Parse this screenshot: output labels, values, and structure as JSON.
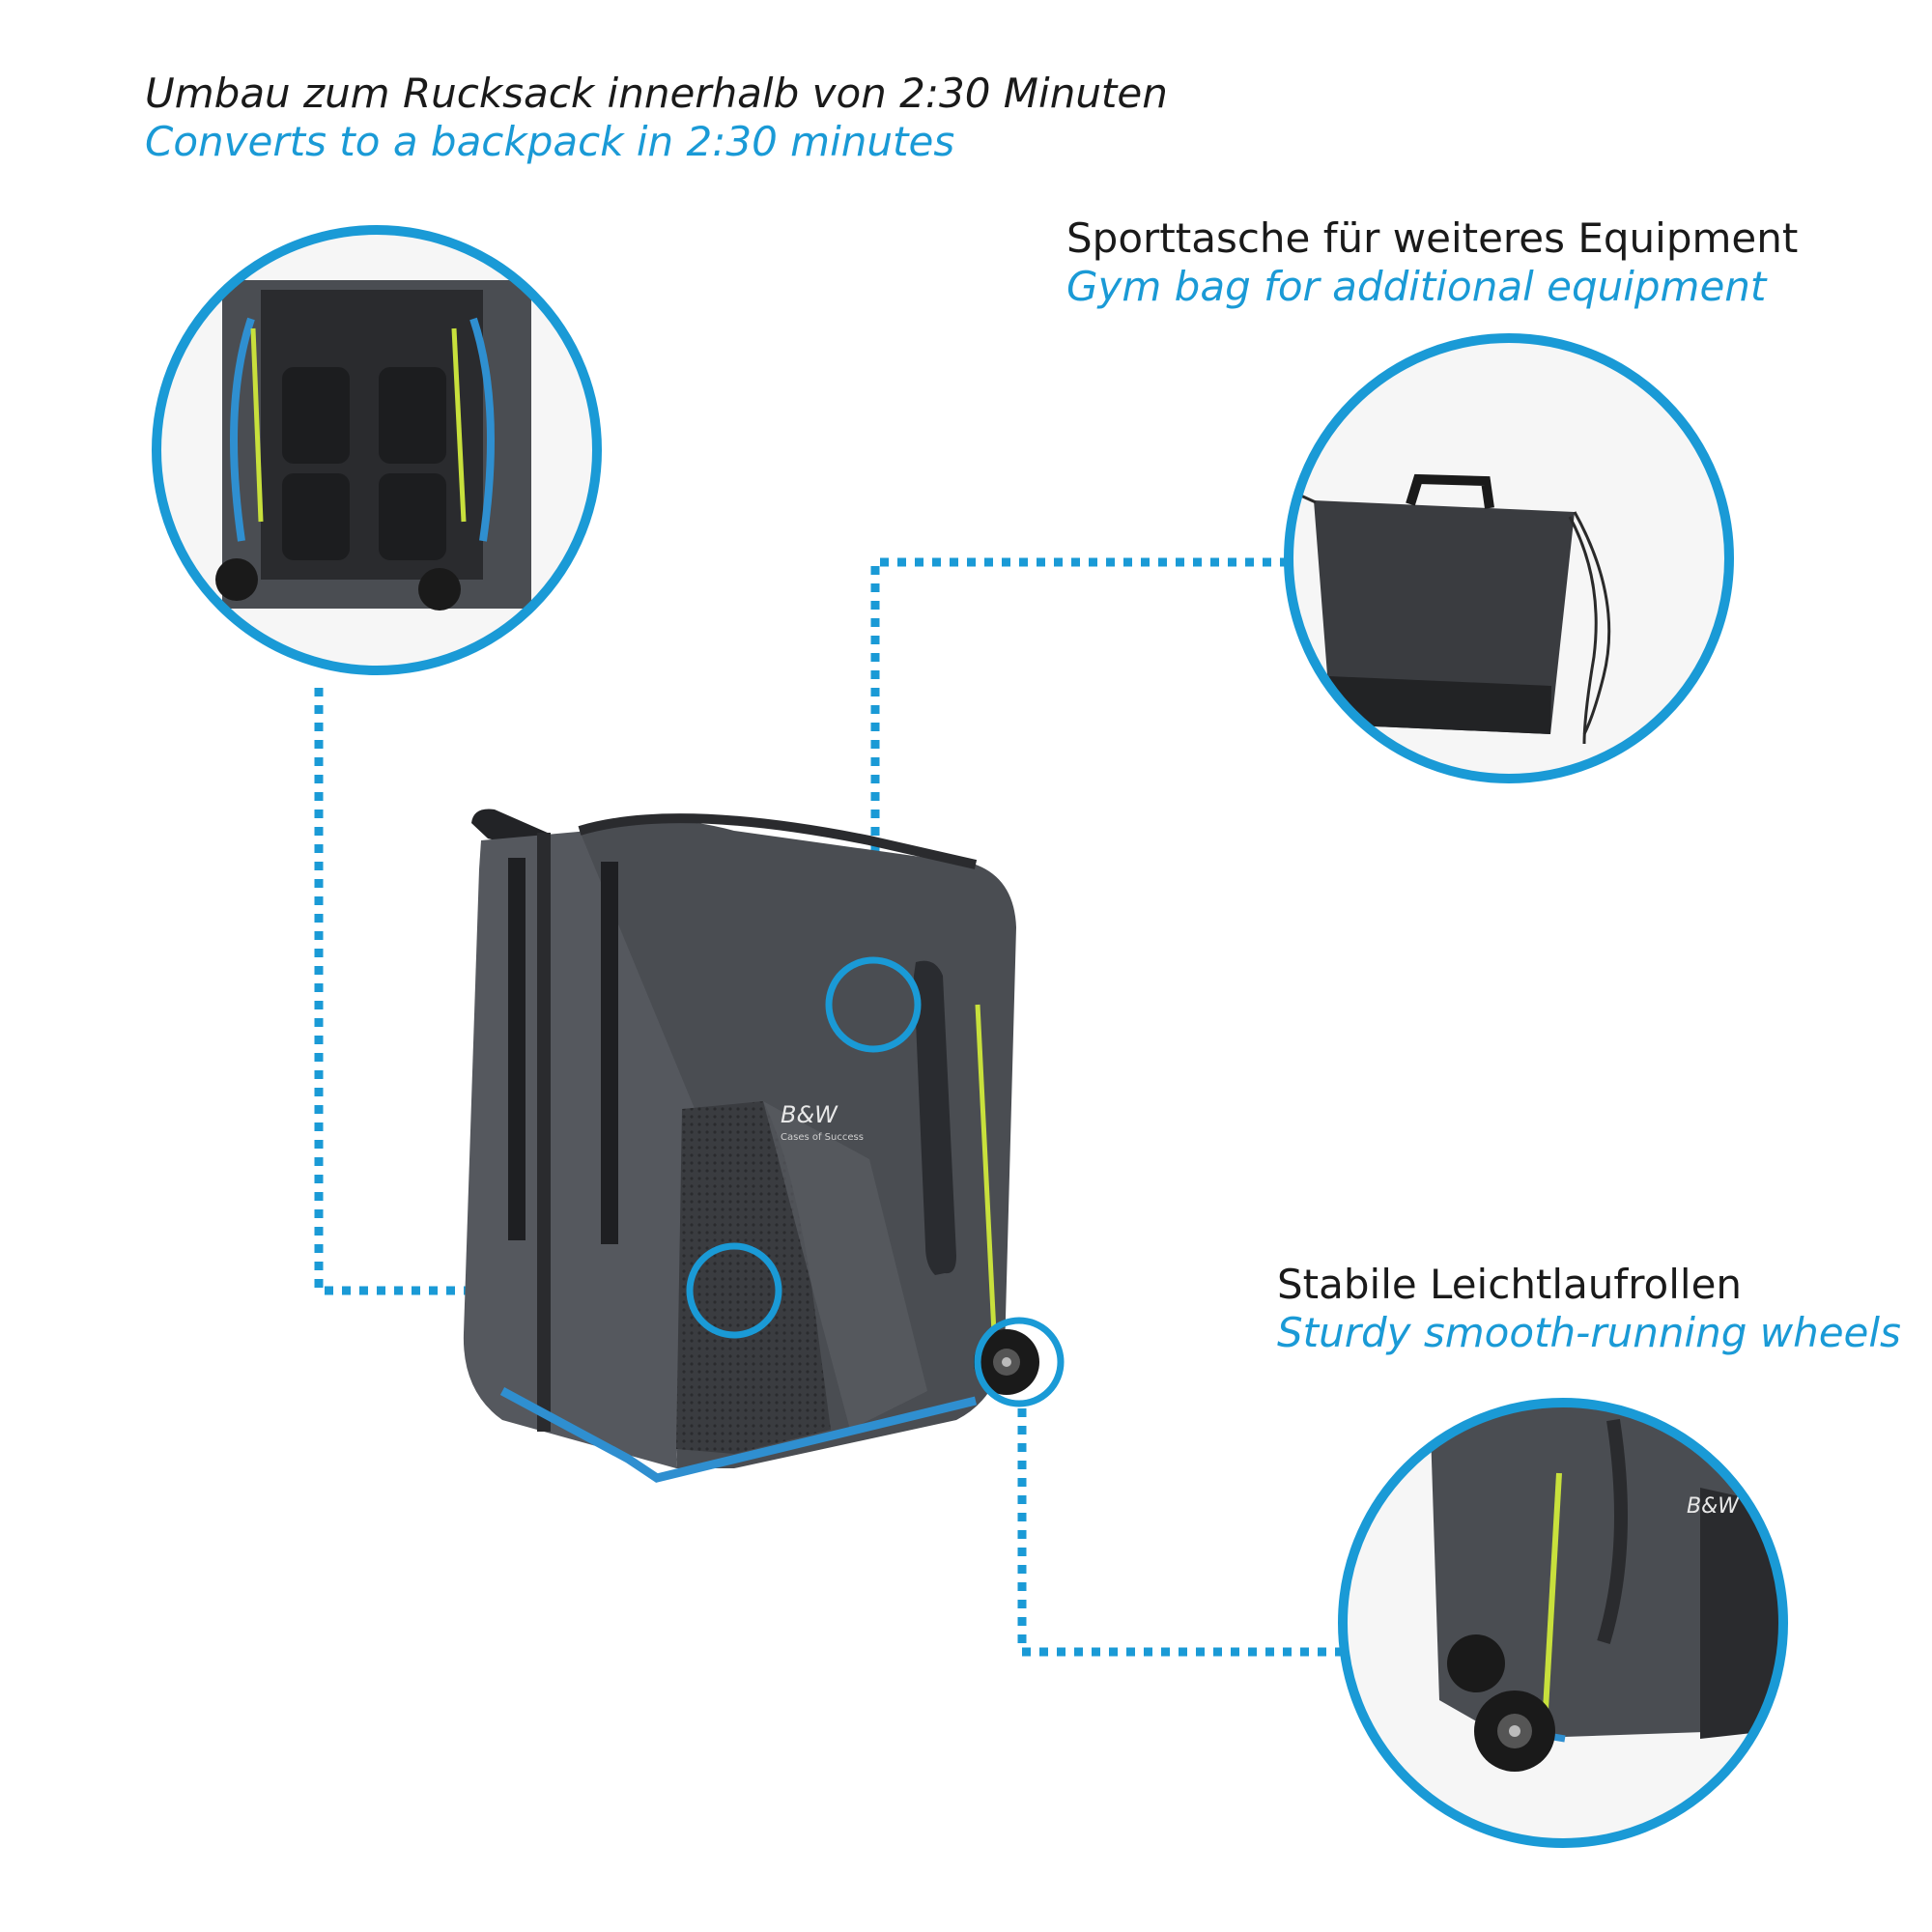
{
  "features": [
    {
      "de": "Umbau zum Rucksack innerhalb von 2:30 Minuten",
      "en": "Converts to a backpack in 2:30 minutes"
    },
    {
      "de": "Sporttasche für weiteres Equipment",
      "en": "Gym bag for additional equipment"
    },
    {
      "de": "Stabile Leichtlaufrollen",
      "en": "Sturdy smooth-running wheels"
    }
  ],
  "brand": {
    "logo_text": "B&W",
    "tagline": "Cases of Success"
  },
  "colors": {
    "accent": "#1a9ad6",
    "bag": "#4a4d52",
    "zipper": "#c8e03c",
    "frame": "#2f8fd0"
  }
}
